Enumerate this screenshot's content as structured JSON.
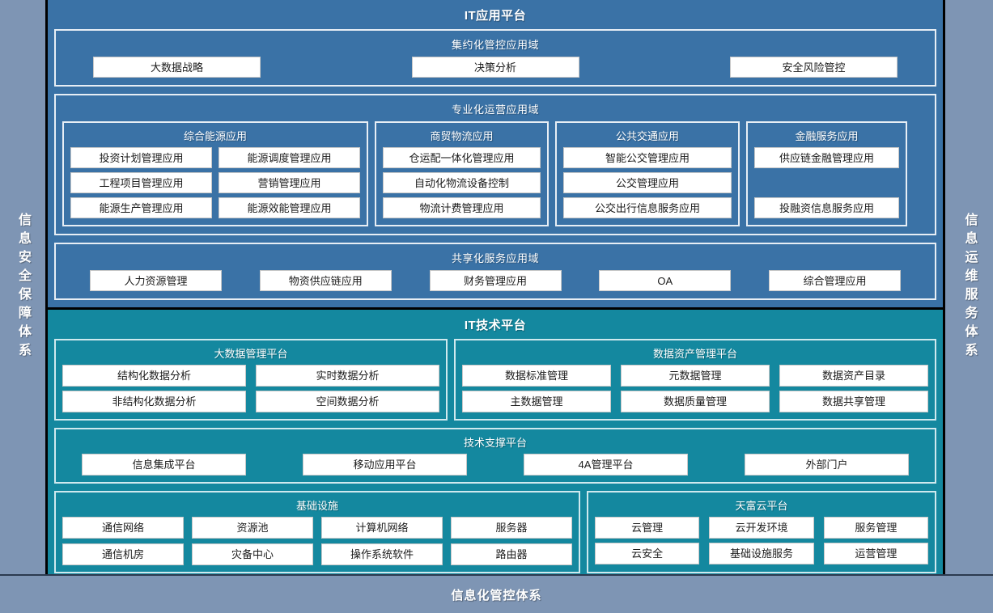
{
  "colors": {
    "application_panel": "#3a72a6",
    "technology_panel": "#14889f",
    "side_band": "#7e95b4",
    "chip_background": "#ffffff",
    "border_light": "#e7eef5",
    "border_dark": "#000000"
  },
  "sides": {
    "left_label": "信息安全保障体系",
    "right_label": "信息运维服务体系"
  },
  "bottom": {
    "label": "信息化管控体系"
  },
  "application_platform": {
    "title": "IT应用平台",
    "domains": [
      {
        "key": "intensive",
        "title": "集约化管控应用域",
        "items": [
          "大数据战略",
          "决策分析",
          "安全风险管控"
        ]
      },
      {
        "key": "professional",
        "title": "专业化运营应用域",
        "groups": [
          {
            "key": "energy",
            "title": "综合能源应用",
            "items": [
              "投资计划管理应用",
              "能源调度管理应用",
              "工程项目管理应用",
              "营销管理应用",
              "能源生产管理应用",
              "能源效能管理应用"
            ]
          },
          {
            "key": "trade",
            "title": "商贸物流应用",
            "items": [
              "仓运配一体化管理应用",
              "自动化物流设备控制",
              "物流计费管理应用"
            ]
          },
          {
            "key": "transit",
            "title": "公共交通应用",
            "items": [
              "智能公交管理应用",
              "公交管理应用",
              "公交出行信息服务应用"
            ]
          },
          {
            "key": "finance",
            "title": "金融服务应用",
            "items": [
              "供应链金融管理应用",
              "",
              "投融资信息服务应用"
            ]
          }
        ]
      },
      {
        "key": "shared",
        "title": "共享化服务应用域",
        "items": [
          "人力资源管理",
          "物资供应链应用",
          "财务管理应用",
          "OA",
          "综合管理应用"
        ]
      }
    ]
  },
  "technology_platform": {
    "title": "IT技术平台",
    "row_one": [
      {
        "key": "bigdata",
        "title": "大数据管理平台",
        "items": [
          "结构化数据分析",
          "实时数据分析",
          "非结构化数据分析",
          "空间数据分析"
        ]
      },
      {
        "key": "data_asset",
        "title": "数据资产管理平台",
        "items": [
          "数据标准管理",
          "元数据管理",
          "数据资产目录",
          "主数据管理",
          "数据质量管理",
          "数据共享管理"
        ]
      }
    ],
    "support": {
      "key": "tech_support",
      "title": "技术支撑平台",
      "items": [
        "信息集成平台",
        "移动应用平台",
        "4A管理平台",
        "外部门户"
      ]
    },
    "row_three": [
      {
        "key": "infrastructure",
        "title": "基础设施",
        "items": [
          "通信网络",
          "资源池",
          "计算机网络",
          "服务器",
          "通信机房",
          "灾备中心",
          "操作系统软件",
          "路由器"
        ]
      },
      {
        "key": "cloud",
        "title": "天富云平台",
        "items": [
          "云管理",
          "云开发环境",
          "服务管理",
          "云安全",
          "基础设施服务",
          "运营管理"
        ]
      }
    ]
  }
}
